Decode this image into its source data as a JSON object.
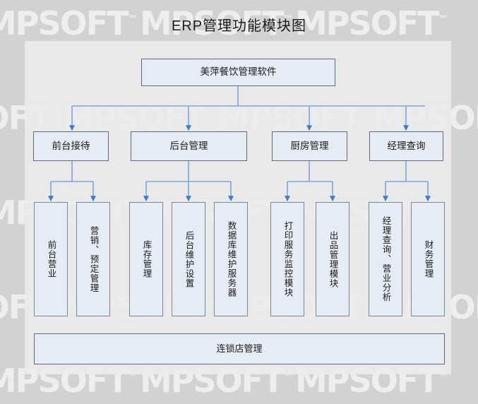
{
  "title": "ERP管理功能模块图",
  "watermark": {
    "text": "MPSOFT",
    "tm": "™"
  },
  "colors": {
    "page_background": "#d2d2d2",
    "panel_background": "#ececec",
    "node_fill": "#e6ecf6",
    "node_border": "#5f6a78",
    "leaf_border": "#7d8794",
    "connector": "#7aa7de",
    "title_text": "#1c1c1c"
  },
  "diagram": {
    "type": "organization-chart",
    "root": {
      "label": "美萍餐饮管理软件"
    },
    "branches": [
      {
        "label": "前台接待",
        "children": [
          {
            "label": "前台营业"
          },
          {
            "label": "营销、预定管理"
          }
        ]
      },
      {
        "label": "后台管理",
        "children": [
          {
            "label": "库存管理"
          },
          {
            "label": "后台维护设置"
          },
          {
            "label": "数据库维护服务器"
          }
        ]
      },
      {
        "label": "厨房管理",
        "children": [
          {
            "label": "打印服务监控模块"
          },
          {
            "label": "出品管理模块"
          }
        ]
      },
      {
        "label": "经理查询",
        "children": [
          {
            "label": "经理查询、营业分析"
          },
          {
            "label": "财务管理"
          }
        ]
      }
    ],
    "footer": {
      "label": "连锁店管理"
    }
  }
}
